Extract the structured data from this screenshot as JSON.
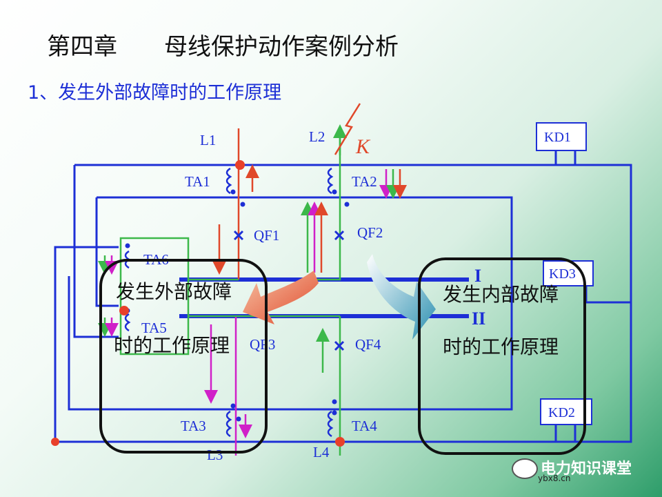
{
  "title": "第四章　　母线保护动作案例分析",
  "subtitle": "1、发生外部故障时的工作原理",
  "lines": [
    "L1",
    "L2",
    "L3",
    "L4"
  ],
  "ct_labels": [
    "TA1",
    "TA2",
    "TA3",
    "TA4",
    "TA5",
    "TA6"
  ],
  "breakers": [
    "QF1",
    "QF2",
    "QF3",
    "QF4"
  ],
  "relays": [
    "KD1",
    "KD2",
    "KD3"
  ],
  "bus_labels": [
    "I",
    "II"
  ],
  "fault_label": "K",
  "left_box": {
    "line1": "发生外部故障",
    "line2": "时的工作原理"
  },
  "right_box": {
    "line1": "发生内部故障",
    "line2": "时的工作原理"
  },
  "watermark": {
    "name": "电力知识课堂",
    "site": "ybx8.cn"
  },
  "colors": {
    "wire": "#1d2fd6",
    "line_l1": "#e0482a",
    "line_l2": "#3cb84a",
    "line_l3": "#d020c8",
    "line_l4": "#3cb84a",
    "accent_arrow": "#e8602a"
  }
}
